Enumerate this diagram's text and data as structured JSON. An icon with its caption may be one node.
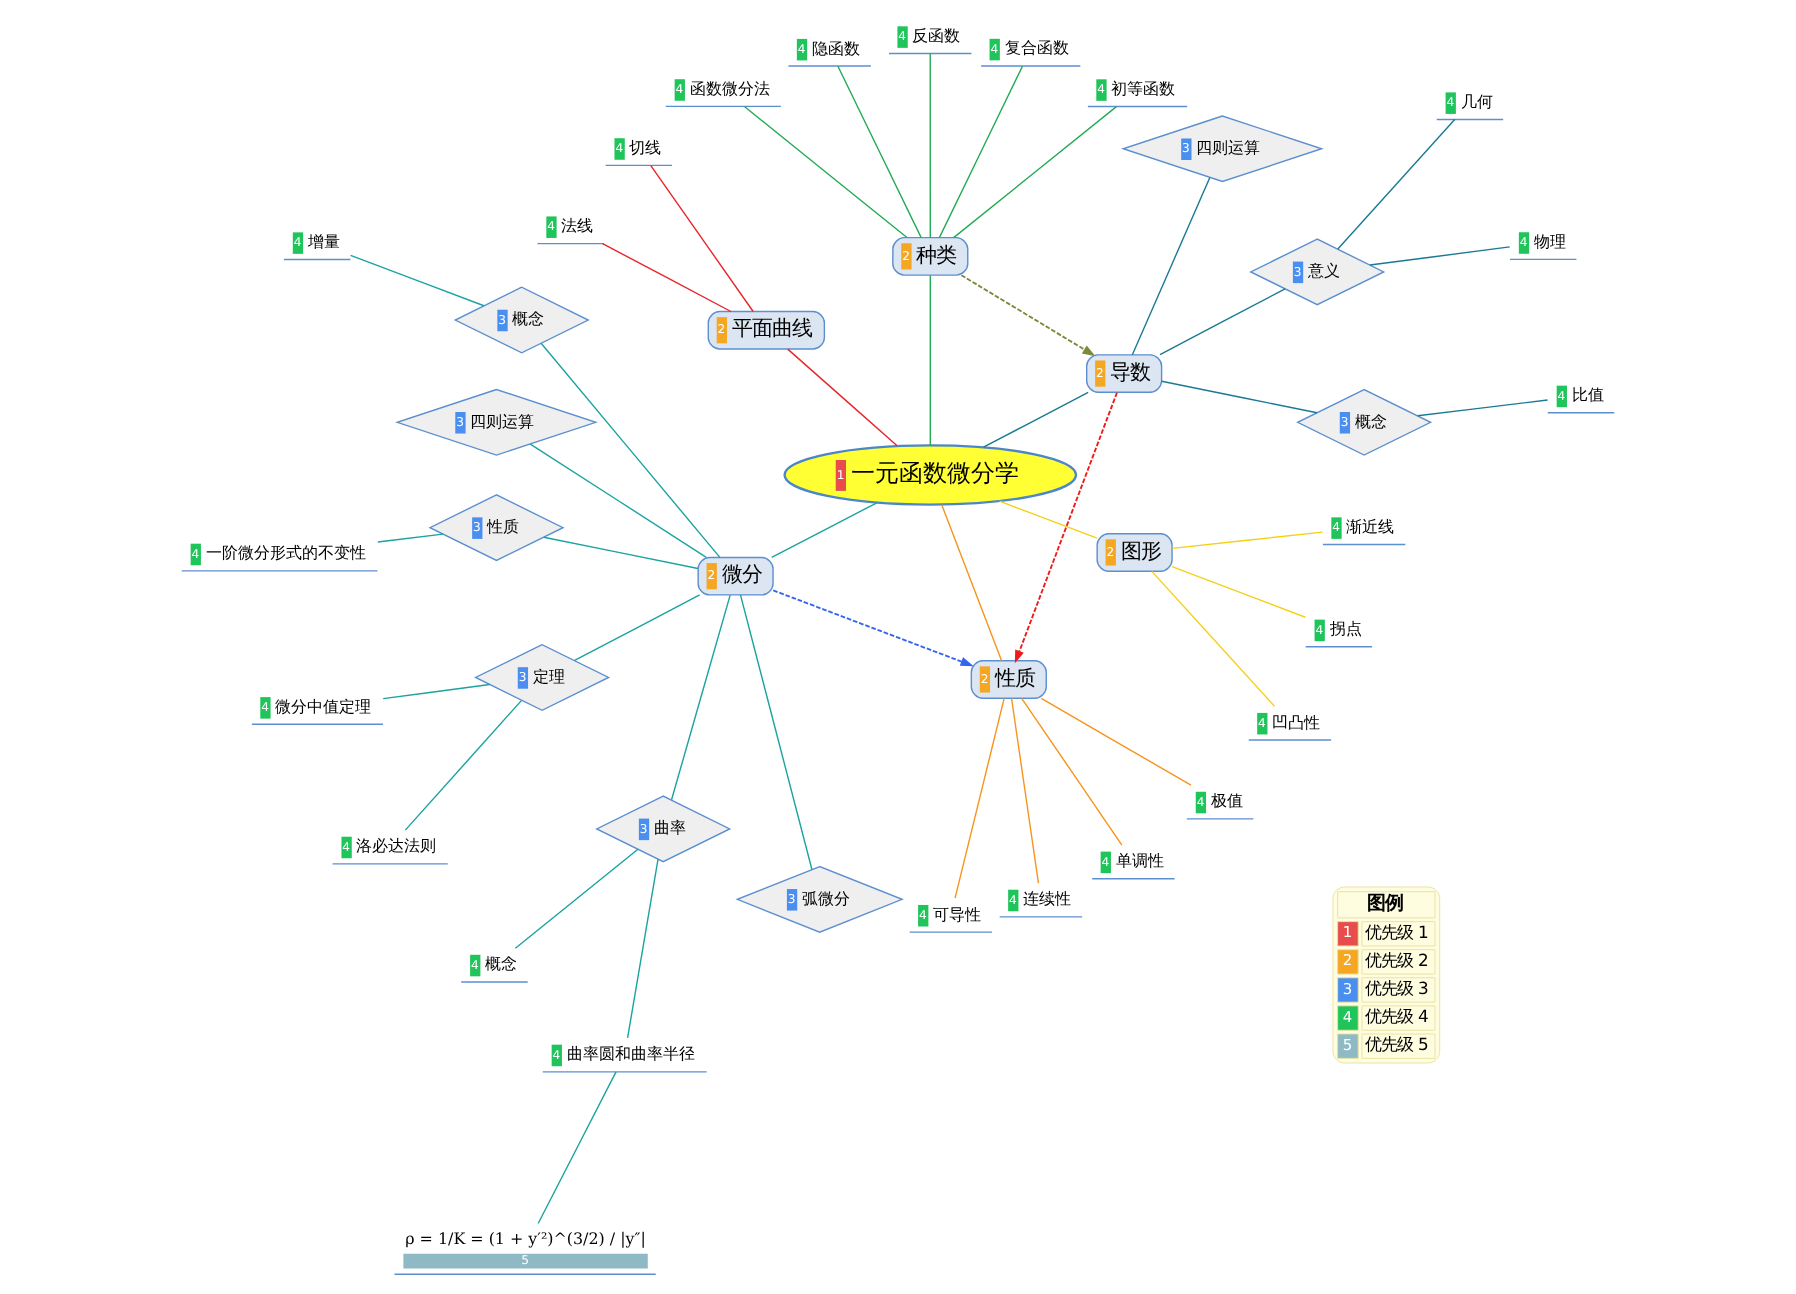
{
  "diagram": {
    "nodes": [
      {
        "text": [
          "1",
          "一元函数微分学"
        ]
      },
      {
        "text": [
          "2",
          "导数"
        ]
      },
      {
        "text": [
          "3",
          "概念"
        ]
      },
      {
        "text": [
          "4",
          "比值"
        ]
      },
      {
        "text": [
          "3",
          "意义"
        ]
      },
      {
        "text": [
          "4",
          "物理"
        ]
      },
      {
        "text": [
          "4",
          "几何"
        ]
      },
      {
        "text": [
          "3",
          "四则运算"
        ]
      },
      {
        "text": [
          "2",
          "种类"
        ]
      },
      {
        "text": [
          "4",
          "初等函数"
        ]
      },
      {
        "text": [
          "4",
          "复合函数"
        ]
      },
      {
        "text": [
          "4",
          "反函数"
        ]
      },
      {
        "text": [
          "4",
          "隐函数"
        ]
      },
      {
        "text": [
          "4",
          "函数微分法"
        ]
      },
      {
        "text": [
          "2",
          "平面曲线"
        ]
      },
      {
        "text": [
          "4",
          "切线"
        ]
      },
      {
        "text": [
          "4",
          "法线"
        ]
      },
      {
        "text": [
          "2",
          "微分"
        ]
      },
      {
        "text": [
          "3",
          "概念"
        ]
      },
      {
        "text": [
          "4",
          "增量"
        ]
      },
      {
        "text": [
          "3",
          "四则运算"
        ]
      },
      {
        "text": [
          "3",
          "性质"
        ]
      },
      {
        "text": [
          "4",
          "一阶微分形式的不变性"
        ]
      },
      {
        "text": [
          "3",
          "定理"
        ]
      },
      {
        "text": [
          "4",
          "微分中值定理"
        ]
      },
      {
        "text": [
          "4",
          "洛必达法则"
        ]
      },
      {
        "text": [
          "3",
          "曲率"
        ]
      },
      {
        "text": [
          "4",
          "概念"
        ]
      },
      {
        "text": [
          "4",
          "曲率圆和曲率半径"
        ]
      },
      {
        "text": [
          "ρ = 1/K = (1 + y′²)^(3/2) / |y″|",
          "5"
        ]
      },
      {
        "text": [
          "3",
          "弧微分"
        ]
      },
      {
        "text": [
          "2",
          "性质"
        ]
      },
      {
        "text": [
          "4",
          "可导性"
        ]
      },
      {
        "text": [
          "4",
          "连续性"
        ]
      },
      {
        "text": [
          "4",
          "单调性"
        ]
      },
      {
        "text": [
          "4",
          "极值"
        ]
      },
      {
        "text": [
          "2",
          "图形"
        ]
      },
      {
        "text": [
          "4",
          "凹凸性"
        ]
      },
      {
        "text": [
          "4",
          "拐点"
        ]
      },
      {
        "text": [
          "4",
          "渐近线"
        ]
      }
    ],
    "edges": [
      {
        "from": 0,
        "to": 1,
        "arrow": "none",
        "color": "#1a7a94"
      },
      {
        "from": 1,
        "to": 2,
        "arrow": "none",
        "color": "#1a7a94"
      },
      {
        "from": 2,
        "to": 3,
        "arrow": "none",
        "color": "#1a7a94"
      },
      {
        "from": 1,
        "to": 4,
        "arrow": "none",
        "color": "#1a7a94"
      },
      {
        "from": 4,
        "to": 5,
        "arrow": "none",
        "color": "#1a7a94"
      },
      {
        "from": 4,
        "to": 6,
        "arrow": "none",
        "color": "#1a7a94"
      },
      {
        "from": 1,
        "to": 7,
        "arrow": "none",
        "color": "#1a7a94"
      },
      {
        "from": 0,
        "to": 8,
        "arrow": "none",
        "color": "#22aa55"
      },
      {
        "from": 8,
        "to": 9,
        "arrow": "none",
        "color": "#22aa55"
      },
      {
        "from": 8,
        "to": 10,
        "arrow": "none",
        "color": "#22aa55"
      },
      {
        "from": 8,
        "to": 11,
        "arrow": "none",
        "color": "#22aa55"
      },
      {
        "from": 8,
        "to": 12,
        "arrow": "none",
        "color": "#22aa55"
      },
      {
        "from": 8,
        "to": 13,
        "arrow": "none",
        "color": "#22aa55"
      },
      {
        "from": 0,
        "to": 14,
        "arrow": "none",
        "color": "#e8262b"
      },
      {
        "from": 14,
        "to": 15,
        "arrow": "none",
        "color": "#e8262b"
      },
      {
        "from": 14,
        "to": 16,
        "arrow": "none",
        "color": "#e8262b"
      },
      {
        "from": 0,
        "to": 17,
        "arrow": "none",
        "color": "#1aa3a0"
      },
      {
        "from": 17,
        "to": 18,
        "arrow": "none",
        "color": "#1aa3a0"
      },
      {
        "from": 18,
        "to": 19,
        "arrow": "none",
        "color": "#1aa3a0"
      },
      {
        "from": 17,
        "to": 20,
        "arrow": "none",
        "color": "#1aa3a0"
      },
      {
        "from": 17,
        "to": 21,
        "arrow": "none",
        "color": "#1aa3a0"
      },
      {
        "from": 21,
        "to": 22,
        "arrow": "none",
        "color": "#1aa3a0"
      },
      {
        "from": 17,
        "to": 23,
        "arrow": "none",
        "color": "#1aa3a0"
      },
      {
        "from": 23,
        "to": 24,
        "arrow": "none",
        "color": "#1aa3a0"
      },
      {
        "from": 23,
        "to": 25,
        "arrow": "none",
        "color": "#1aa3a0"
      },
      {
        "from": 17,
        "to": 26,
        "arrow": "none",
        "color": "#1aa3a0"
      },
      {
        "from": 26,
        "to": 27,
        "arrow": "none",
        "color": "#1aa3a0"
      },
      {
        "from": 26,
        "to": 28,
        "arrow": "none",
        "color": "#1aa3a0"
      },
      {
        "from": 28,
        "to": 29,
        "arrow": "none",
        "color": "#1aa3a0"
      },
      {
        "from": 17,
        "to": 30,
        "arrow": "none",
        "color": "#1aa3a0"
      },
      {
        "from": 0,
        "to": 31,
        "arrow": "none",
        "color": "#f7941d"
      },
      {
        "from": 31,
        "to": 32,
        "arrow": "none",
        "color": "#f7941d"
      },
      {
        "from": 31,
        "to": 33,
        "arrow": "none",
        "color": "#f7941d"
      },
      {
        "from": 31,
        "to": 34,
        "arrow": "none",
        "color": "#f7941d"
      },
      {
        "from": 31,
        "to": 35,
        "arrow": "none",
        "color": "#f7941d"
      },
      {
        "from": 0,
        "to": 36,
        "arrow": "none",
        "color": "#f5d01a"
      },
      {
        "from": 36,
        "to": 37,
        "arrow": "none",
        "color": "#f5d01a"
      },
      {
        "from": 36,
        "to": 38,
        "arrow": "none",
        "color": "#f5d01a"
      },
      {
        "from": 36,
        "to": 39,
        "arrow": "none",
        "color": "#f5d01a"
      },
      {
        "from": 8,
        "to": 1,
        "arrow": "to",
        "style": "dashed",
        "color": "#7a8b3a"
      },
      {
        "from": 1,
        "to": 31,
        "arrow": "to",
        "style": "dashed",
        "color": "#ee1c1c"
      },
      {
        "from": 17,
        "to": 31,
        "arrow": "to",
        "style": "dashed",
        "color": "#3366ee"
      }
    ],
    "labels": [
      "图例",
      "1",
      "2",
      "3",
      "4",
      "5"
    ],
    "legend": [
      {
        "text": "优先级 1",
        "color": "#e84c4c"
      },
      {
        "text": "优先级 2",
        "color": "#f5a623"
      },
      {
        "text": "优先级 3",
        "color": "#4a8ef0"
      },
      {
        "text": "优先级 4",
        "color": "#1fc45a"
      },
      {
        "text": "优先级 5",
        "color": "#8fb9c4"
      }
    ]
  }
}
